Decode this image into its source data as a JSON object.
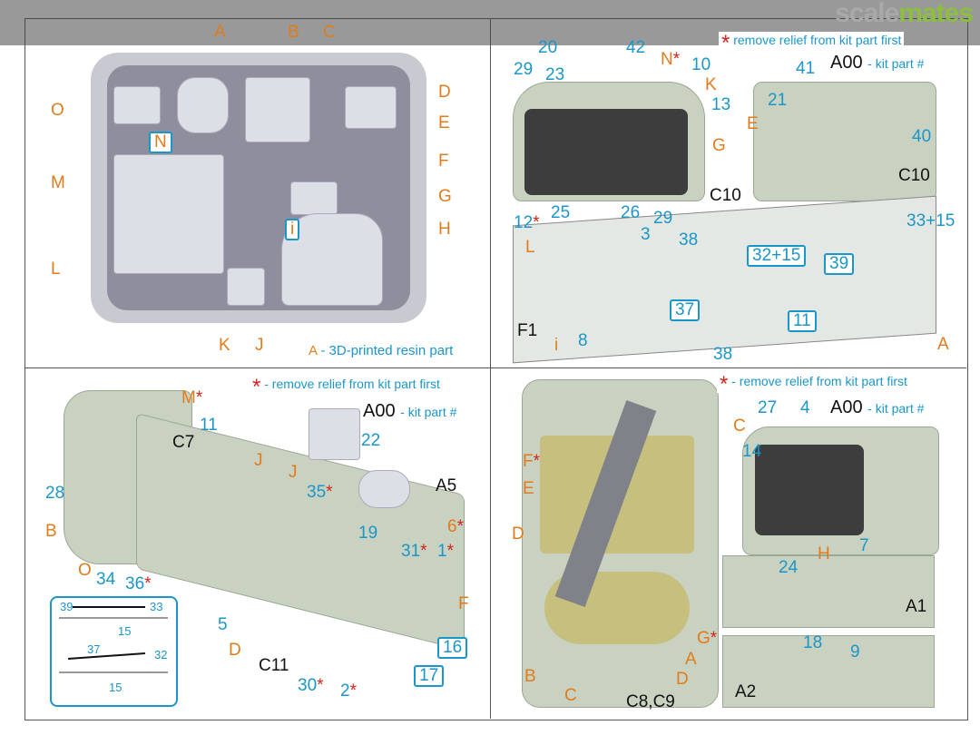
{
  "logo": {
    "part1": "scale",
    "part2": "mates"
  },
  "legend": {
    "star": "*",
    "remove_relief": "remove relief from kit part first",
    "remove_relief_dash": "- remove relief from kit part first",
    "kit_part_code": "A00",
    "kit_part_desc": "- kit part #",
    "resin_letter": "A",
    "resin_desc": "- 3D-printed resin part"
  },
  "panel1": {
    "labels": [
      "A",
      "B",
      "C",
      "D",
      "E",
      "F",
      "G",
      "H",
      "O",
      "M",
      "L",
      "K",
      "J",
      "N",
      "i"
    ]
  },
  "panel2": {
    "labels": [
      "20",
      "42",
      "N",
      "10",
      "K",
      "29",
      "23",
      "13",
      "G",
      "C10",
      "12",
      "25",
      "26",
      "29",
      "41",
      "21",
      "E",
      "40",
      "C10",
      "L",
      "3",
      "38",
      "32+15",
      "39",
      "33+15",
      "37",
      "11",
      "A",
      "F1",
      "i",
      "8",
      "38"
    ]
  },
  "panel3": {
    "labels": [
      "M",
      "C7",
      "11",
      "22",
      "J",
      "J",
      "A5",
      "35",
      "6",
      "28",
      "B",
      "O",
      "34",
      "36",
      "5",
      "19",
      "31",
      "1",
      "F",
      "16",
      "17",
      "D",
      "C11",
      "30",
      "2"
    ],
    "inset": [
      "39",
      "33",
      "15",
      "37",
      "32",
      "15"
    ]
  },
  "panel4": {
    "labels": [
      "C",
      "27",
      "4",
      "14",
      "H",
      "7",
      "F",
      "E",
      "D",
      "G",
      "A",
      "D",
      "B",
      "C",
      "C8,C9",
      "24",
      "A1",
      "18",
      "9",
      "A2"
    ]
  },
  "colors": {
    "blue": "#1b96c8",
    "orange": "#e07c1c",
    "red": "#d0241c",
    "panel_green": "#c9d2c0"
  }
}
